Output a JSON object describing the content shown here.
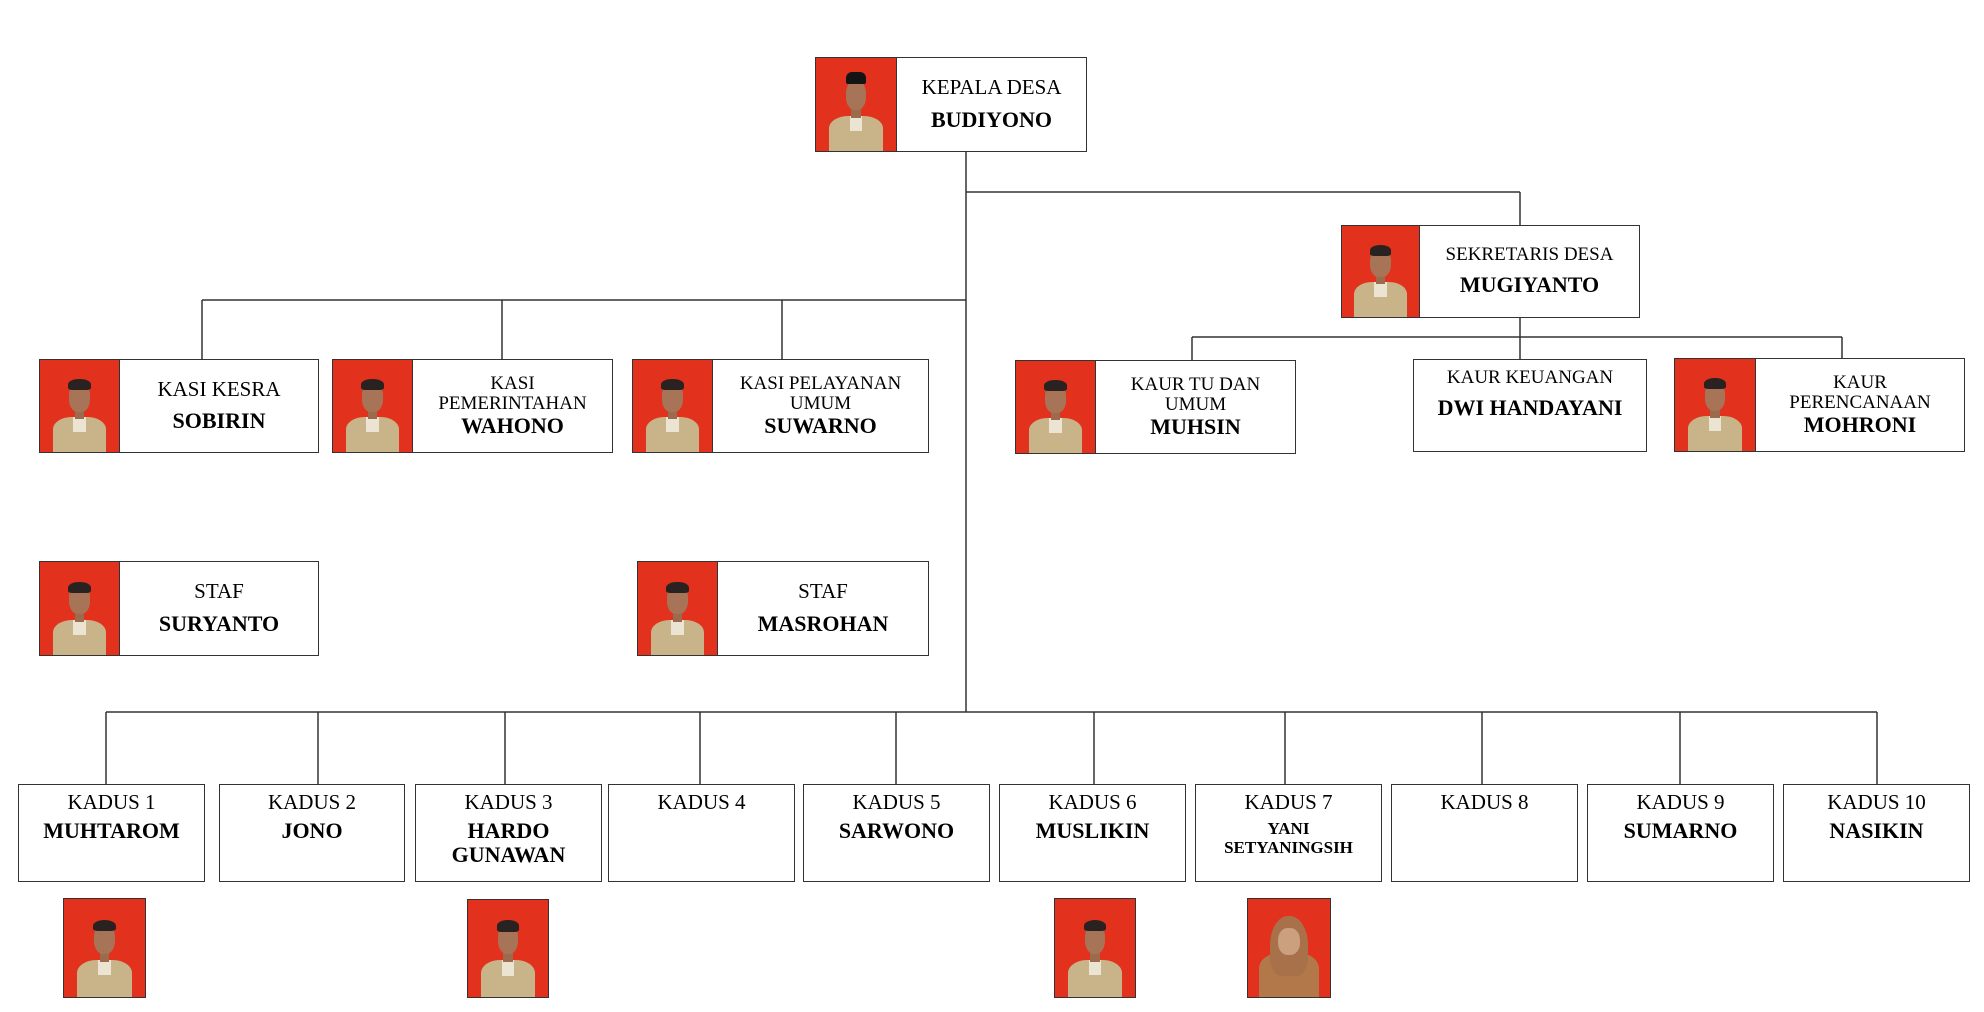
{
  "kepala_desa": {
    "title": "KEPALA DESA",
    "name": "BUDIYONO"
  },
  "sekretaris_desa": {
    "title": "SEKRETARIS DESA",
    "name": "MUGIYANTO"
  },
  "kasi": [
    {
      "title": "KASI KESRA",
      "name": "SOBIRIN"
    },
    {
      "title": "KASI PEMERINTAHAN",
      "name": "WAHONO"
    },
    {
      "title": "KASI PELAYANAN UMUM",
      "name": "SUWARNO"
    }
  ],
  "kaur": [
    {
      "title": "KAUR TU DAN UMUM",
      "name": "MUHSIN"
    },
    {
      "title": "KAUR KEUANGAN",
      "name": "DWI HANDAYANI"
    },
    {
      "title": "KAUR PERENCANAAN",
      "name": "MOHRONI"
    }
  ],
  "staf": [
    {
      "title": "STAF",
      "name": "SURYANTO"
    },
    {
      "title": "STAF",
      "name": "MASROHAN"
    }
  ],
  "kadus": [
    {
      "title": "KADUS 1",
      "name": "MUHTAROM"
    },
    {
      "title": "KADUS 2",
      "name": "JONO"
    },
    {
      "title": "KADUS 3",
      "name": "HARDO GUNAWAN"
    },
    {
      "title": "KADUS 4",
      "name": ""
    },
    {
      "title": "KADUS 5",
      "name": "SARWONO"
    },
    {
      "title": "KADUS 6",
      "name": "MUSLIKIN"
    },
    {
      "title": "KADUS 7",
      "name": "YANI SETYANINGSIH"
    },
    {
      "title": "KADUS 8",
      "name": ""
    },
    {
      "title": "KADUS 9",
      "name": "SUMARNO"
    },
    {
      "title": "KADUS 10",
      "name": "NASIKIN"
    }
  ],
  "colors": {
    "photo_background": "#e2321e",
    "line": "#333333"
  }
}
